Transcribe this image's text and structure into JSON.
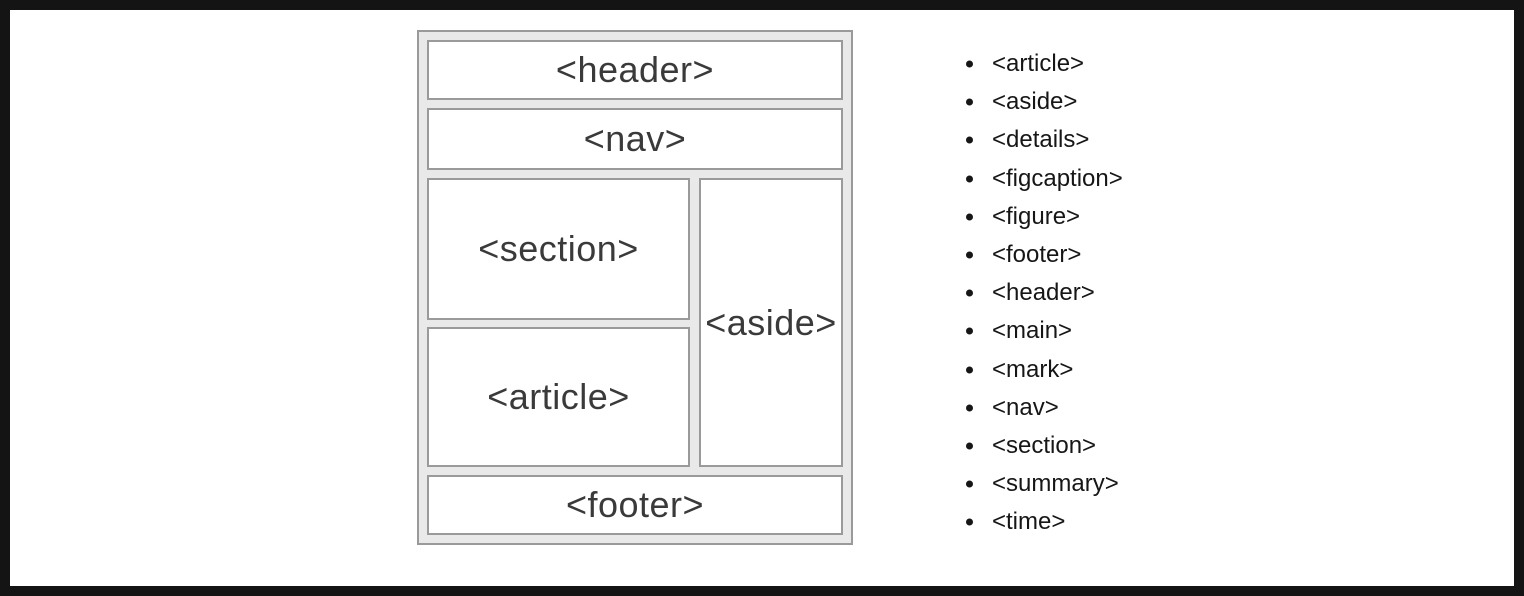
{
  "colors": {
    "frame": "#141414",
    "page-bg": "#ffffff",
    "diagram-bg": "#e9e9e9",
    "diagram-border": "#9a9a9a",
    "box-bg": "#ffffff",
    "diagram-text": "#3a3a3a",
    "list-text": "#161616"
  },
  "diagram": {
    "boxes": {
      "header": "<header>",
      "nav": "<nav>",
      "section": "<section>",
      "article": "<article>",
      "aside": "<aside>",
      "footer": "<footer>"
    }
  },
  "element_list": {
    "items": [
      "<article>",
      "<aside>",
      "<details>",
      "<figcaption>",
      "<figure>",
      "<footer>",
      "<header>",
      "<main>",
      "<mark>",
      "<nav>",
      "<section>",
      "<summary>",
      "<time>"
    ]
  }
}
